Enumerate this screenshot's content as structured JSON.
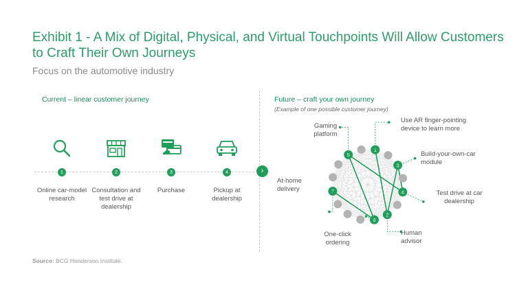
{
  "title": "Exhibit 1 - A Mix of Digital, Physical, and Virtual Touchpoints Will Allow Customers to Craft Their Own Journeys",
  "subtitle": "Focus on the automotive industry",
  "current": {
    "heading": "Current – linear customer journey",
    "steps": [
      {
        "num": "1",
        "label": "Online car-model research",
        "icon": "magnifier-icon"
      },
      {
        "num": "2",
        "label": "Consultation and test drive at dealership",
        "icon": "storefront-icon"
      },
      {
        "num": "3",
        "label": "Purchase",
        "icon": "payment-card-icon"
      },
      {
        "num": "4",
        "label": "Pickup at dealership",
        "icon": "car-icon"
      }
    ],
    "arrow": "›"
  },
  "future": {
    "heading": "Future – craft your own journey",
    "note": "(Example of one possible customer journey)",
    "touchpoints": [
      {
        "num": "1",
        "label": "Use AR finger-pointing device to learn more"
      },
      {
        "num": "2",
        "label": "Human advisor"
      },
      {
        "num": "3",
        "label": "Build-your-own-car module"
      },
      {
        "num": "4",
        "label": "Test drive at car dealership"
      },
      {
        "num": "5",
        "label": "Gaming platform"
      },
      {
        "num": "6",
        "label": "One-click ordering"
      },
      {
        "num": "7",
        "label": "At-home delivery"
      }
    ]
  },
  "source": {
    "prefix": "Source:",
    "text": "BCG Henderson Institute."
  },
  "colors": {
    "accent": "#1f9e5a",
    "title": "#2e9c6a",
    "node_grey": "#b3b3b3"
  }
}
